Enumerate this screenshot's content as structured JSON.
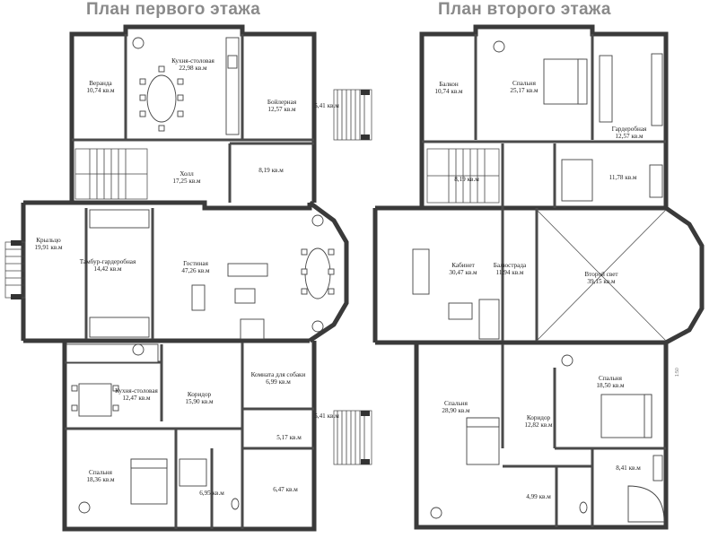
{
  "floor1": {
    "title": "План первого этажа",
    "rooms": {
      "veranda": {
        "name": "Веранда",
        "area": "10,74 кв.м"
      },
      "kitchen_dining": {
        "name": "Кухня-столовая",
        "area": "22,98 кв.м"
      },
      "boiler": {
        "name": "Бойлерная",
        "area": "12,57 кв.м"
      },
      "porch_top": {
        "area": "5,41 кв.м"
      },
      "hall": {
        "name": "Холл",
        "area": "17,25 кв.м"
      },
      "bath_top": {
        "area": "8,19 кв.м"
      },
      "kryltso": {
        "name": "Крыльцо",
        "area": "19,91 кв.м"
      },
      "tambour": {
        "name": "Тамбур-гардеробная",
        "area": "14,42 кв.м"
      },
      "living": {
        "name": "Гостиная",
        "area": "47,26 кв.м"
      },
      "kitchen2": {
        "name": "Кухня-столовая",
        "area": "12,47 кв.м"
      },
      "corridor": {
        "name": "Коридор",
        "area": "15,90 кв.м"
      },
      "dog_room": {
        "name": "Комната для собаки",
        "area": "6,99 кв.м"
      },
      "porch_bottom": {
        "area": "5,41 кв.м"
      },
      "vestibule": {
        "area": "5,17 кв.м"
      },
      "bedroom": {
        "name": "Спальня",
        "area": "18,36 кв.м"
      },
      "bath_a": {
        "area": "6,95 кв.м"
      },
      "bath_b": {
        "area": "6,47 кв.м"
      }
    }
  },
  "floor2": {
    "title": "План второго этажа",
    "rooms": {
      "balcony": {
        "name": "Балкон",
        "area": "10,74 кв.м"
      },
      "bedroom_top": {
        "name": "Спальня",
        "area": "25,17 кв.м"
      },
      "wardrobe": {
        "name": "Гардеробная",
        "area": "12,57 кв.м"
      },
      "stair_hall": {
        "area": "8,19 кв.м"
      },
      "bath_top": {
        "area": "11,78 кв.м"
      },
      "cabinet": {
        "name": "Кабинет",
        "area": "30,47 кв.м"
      },
      "balustrade": {
        "name": "Балюстрада",
        "area": "11,94 кв.м"
      },
      "second_light": {
        "name": "Второй свет",
        "area": "39,15 кв.м"
      },
      "bedroom_left": {
        "name": "Спальня",
        "area": "28,90 кв.м"
      },
      "corridor": {
        "name": "Коридор",
        "area": "12,82 кв.м"
      },
      "bedroom_right": {
        "name": "Спальня",
        "area": "18,50 кв.м"
      },
      "bath_right": {
        "area": "8,41 кв.м"
      },
      "bath_small": {
        "area": "4,99 кв.м"
      }
    }
  },
  "side_note": "1:50"
}
